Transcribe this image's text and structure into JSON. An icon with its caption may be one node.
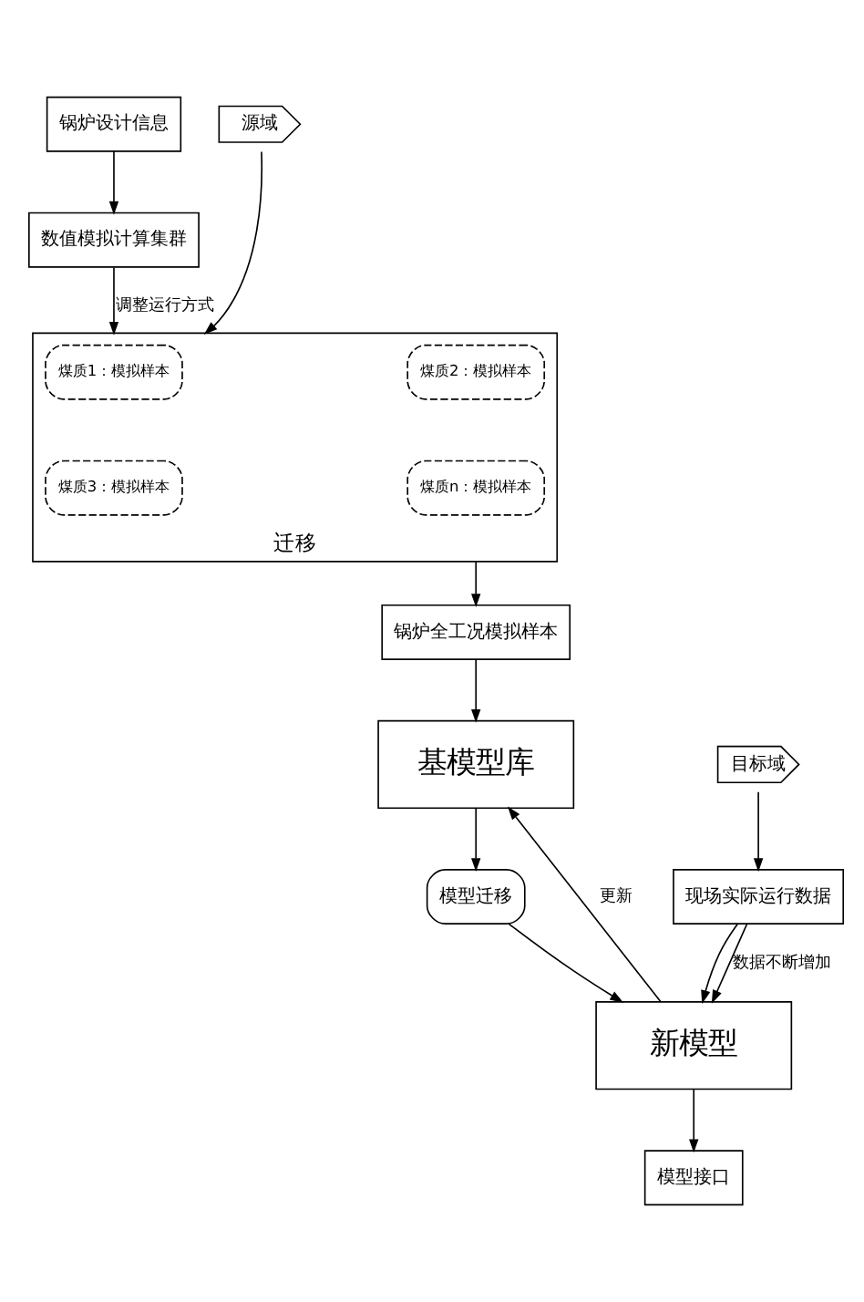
{
  "diagram": {
    "nodes": [
      {
        "text": [
          "锅炉设计信息"
        ]
      },
      {
        "text": [
          "数值模拟计算集群"
        ]
      },
      {
        "text": [
          "迁移"
        ]
      },
      {
        "text": [
          "煤质1：模拟样本"
        ],
        "in": 2
      },
      {
        "text": [
          "煤质2：模拟样本"
        ],
        "in": 2
      },
      {
        "text": [
          "煤质3：模拟样本"
        ],
        "in": 2
      },
      {
        "text": [
          "煤质n：模拟样本"
        ],
        "in": 2
      },
      {
        "text": [
          "源域"
        ]
      },
      {
        "text": [
          "锅炉全工况模拟样本"
        ]
      },
      {
        "text": [
          "基模型库"
        ]
      },
      {
        "text": [
          "模型迁移"
        ]
      },
      {
        "text": [
          "目标域"
        ]
      },
      {
        "text": [
          "现场实际运行数据"
        ]
      },
      {
        "text": [
          "新模型"
        ]
      },
      {
        "text": [
          "模型接口"
        ]
      }
    ],
    "edges": [
      {
        "from": 0,
        "to": 1,
        "arrow": "to"
      },
      {
        "from": 1,
        "to": 2,
        "arrow": "to",
        "label": "调整运行方式"
      },
      {
        "from": 7,
        "to": 2,
        "arrow": "to"
      },
      {
        "from": 2,
        "to": 8,
        "arrow": "to"
      },
      {
        "from": 8,
        "to": 9,
        "arrow": "to"
      },
      {
        "from": 9,
        "to": 10,
        "arrow": "to"
      },
      {
        "from": 10,
        "to": 13,
        "arrow": "to"
      },
      {
        "from": 11,
        "to": 12,
        "arrow": "to"
      },
      {
        "from": 12,
        "to": 13,
        "arrow": "to"
      },
      {
        "from": 12,
        "to": 13,
        "arrow": "to",
        "label": "数据不断增加"
      },
      {
        "from": 13,
        "to": 9,
        "arrow": "to",
        "label": "更新"
      },
      {
        "from": 13,
        "to": 14,
        "arrow": "to"
      }
    ]
  }
}
